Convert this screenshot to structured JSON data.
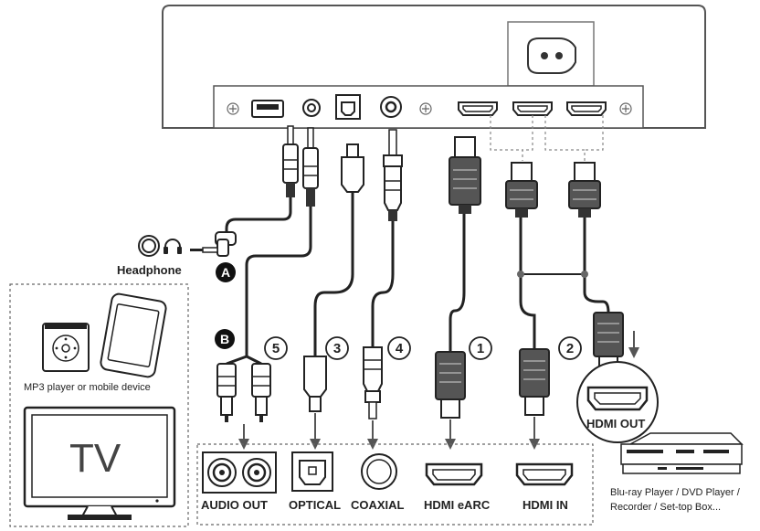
{
  "labels": {
    "headphone": "Headphone",
    "mp3": "MP3 player or mobile device",
    "tv": "TV",
    "hdmi_out": "HDMI OUT",
    "bluray_line1": "Blu-ray Player / DVD Player /",
    "bluray_line2": "Recorder / Set-top Box..."
  },
  "ports": {
    "audio_out": "AUDIO OUT",
    "optical": "OPTICAL",
    "coaxial": "COAXIAL",
    "hdmi_earc": "HDMI eARC",
    "hdmi_in": "HDMI IN"
  },
  "markers": {
    "a": "A",
    "b": "B",
    "n1": "1",
    "n2": "2",
    "n3": "3",
    "n4": "4",
    "n5": "5"
  }
}
